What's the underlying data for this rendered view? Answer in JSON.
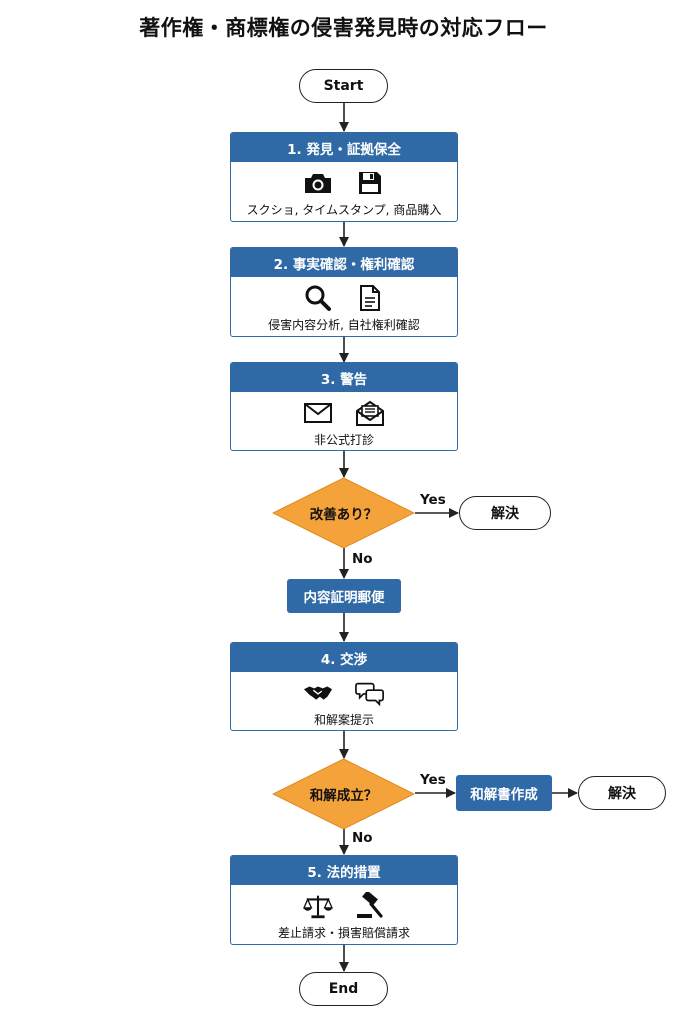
{
  "title": "著作権・商標権の侵害発見時の対応フロー",
  "start": "Start",
  "end": "End",
  "steps": [
    {
      "label": "1. 発見・証拠保全",
      "icons": [
        "camera-icon",
        "floppy-disk-icon"
      ],
      "desc": "スクショ, タイムスタンプ, 商品購入"
    },
    {
      "label": "2. 事実確認・権利確認",
      "icons": [
        "magnifier-icon",
        "document-icon"
      ],
      "desc": "侵害内容分析, 自社権利確認"
    },
    {
      "label": "3. 警告",
      "icons": [
        "envelope-icon",
        "open-envelope-icon"
      ],
      "desc": "非公式打診"
    },
    {
      "label": "4. 交渉",
      "icons": [
        "handshake-icon",
        "speech-bubbles-icon"
      ],
      "desc": "和解案提示"
    },
    {
      "label": "5. 法的措置",
      "icons": [
        "scales-icon",
        "gavel-icon"
      ],
      "desc": "差止請求・損害賠償請求"
    }
  ],
  "decisions": [
    {
      "question": "改善あり？",
      "yes": "Yes",
      "no": "No",
      "yes_result": "解決"
    },
    {
      "question": "和解成立？",
      "yes": "Yes",
      "no": "No",
      "yes_action": "和解書作成",
      "yes_result": "解決"
    }
  ],
  "no_action": "内容証明郵便",
  "colors": {
    "step_blue": "#2f6aa6",
    "diamond_orange": "#f4a23a",
    "line": "#222222"
  }
}
